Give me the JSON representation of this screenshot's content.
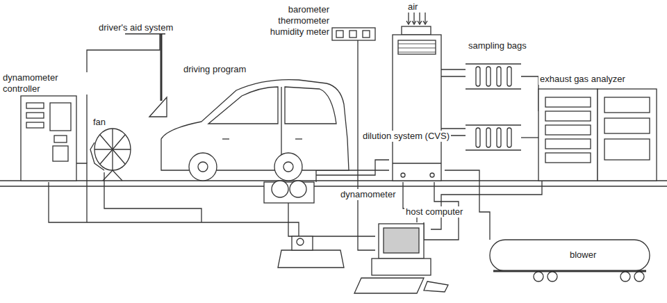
{
  "diagram": {
    "labels": [
      "barometer thermometer humidity meter",
      "air",
      "driver's aid system",
      "sampling bags",
      "driving program",
      "dynamometer controller",
      "exhaust gas analyzer",
      "fan",
      "dilution system (CVS)",
      "dynamometer",
      "host computer",
      "blower"
    ]
  }
}
